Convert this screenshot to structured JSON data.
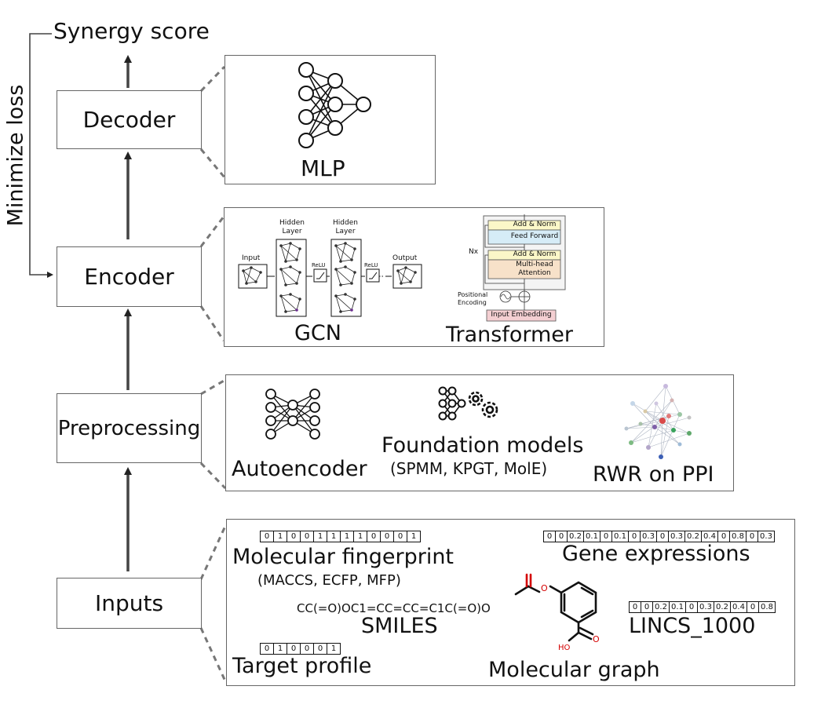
{
  "pipeline": {
    "output_label": "Synergy score",
    "feedback_label": "Minimize loss",
    "stages": {
      "decoder": "Decoder",
      "encoder": "Encoder",
      "preprocessing": "Preprocessing",
      "inputs": "Inputs"
    }
  },
  "decoder_panel": {
    "mlp_label": "MLP"
  },
  "encoder_panel": {
    "gcn": {
      "label": "GCN",
      "input_label": "Input",
      "hidden_label_1": "Hidden Layer",
      "hidden_label_2": "Hidden Layer",
      "relu_1": "ReLU",
      "relu_2": "ReLU",
      "output_label": "Output",
      "ellipsis": "....."
    },
    "transformer": {
      "label": "Transformer",
      "add_norm_top": "Add & Norm",
      "feed_forward": "Feed Forward",
      "nx": "Nx",
      "add_norm_bottom": "Add & Norm",
      "multi_head": "Multi-head Attention",
      "positional_encoding": "Positional Encoding",
      "input_embedding": "Input Embedding"
    }
  },
  "preprocessing_panel": {
    "autoencoder": "Autoencoder",
    "foundation_models": "Foundation models",
    "foundation_examples": "(SPMM, KPGT, MolE)",
    "rwr": "RWR on PPI"
  },
  "inputs_panel": {
    "fingerprint_bits": [
      "0",
      "1",
      "0",
      "0",
      "1",
      "1",
      "1",
      "1",
      "0",
      "0",
      "0",
      "1"
    ],
    "fingerprint_label": "Molecular fingerprint",
    "fingerprint_examples": "(MACCS, ECFP, MFP)",
    "gene_values": [
      "0",
      "0",
      "0.2",
      "0.1",
      "0",
      "0.1",
      "0",
      "0.3",
      "0",
      "0.3",
      "0.2",
      "0.4",
      "0",
      "0.8",
      "0",
      "0.3"
    ],
    "gene_label": "Gene expressions",
    "smiles_string": "CC(=O)OC1=CC=CC=C1C(=O)O",
    "smiles_label": "SMILES",
    "lincs_values": [
      "0",
      "0",
      "0.2",
      "0.1",
      "0",
      "0.3",
      "0.2",
      "0.4",
      "0",
      "0.8"
    ],
    "lincs_label": "LINCS_1000",
    "target_bits": [
      "0",
      "1",
      "0",
      "0",
      "0",
      "1"
    ],
    "target_label": "Target profile",
    "graph_label": "Molecular graph",
    "atom_o": "O",
    "atom_ho": "HO",
    "atom_o2": "O"
  },
  "colors": {
    "line": "#444444",
    "dashed": "#777777",
    "add_norm_fill": "#fbf7c8",
    "feed_forward_fill": "#d6ecf7",
    "attention_fill": "#f7e1c9",
    "embedding_fill": "#f4cfd2",
    "oxygen_red": "#d40000"
  }
}
